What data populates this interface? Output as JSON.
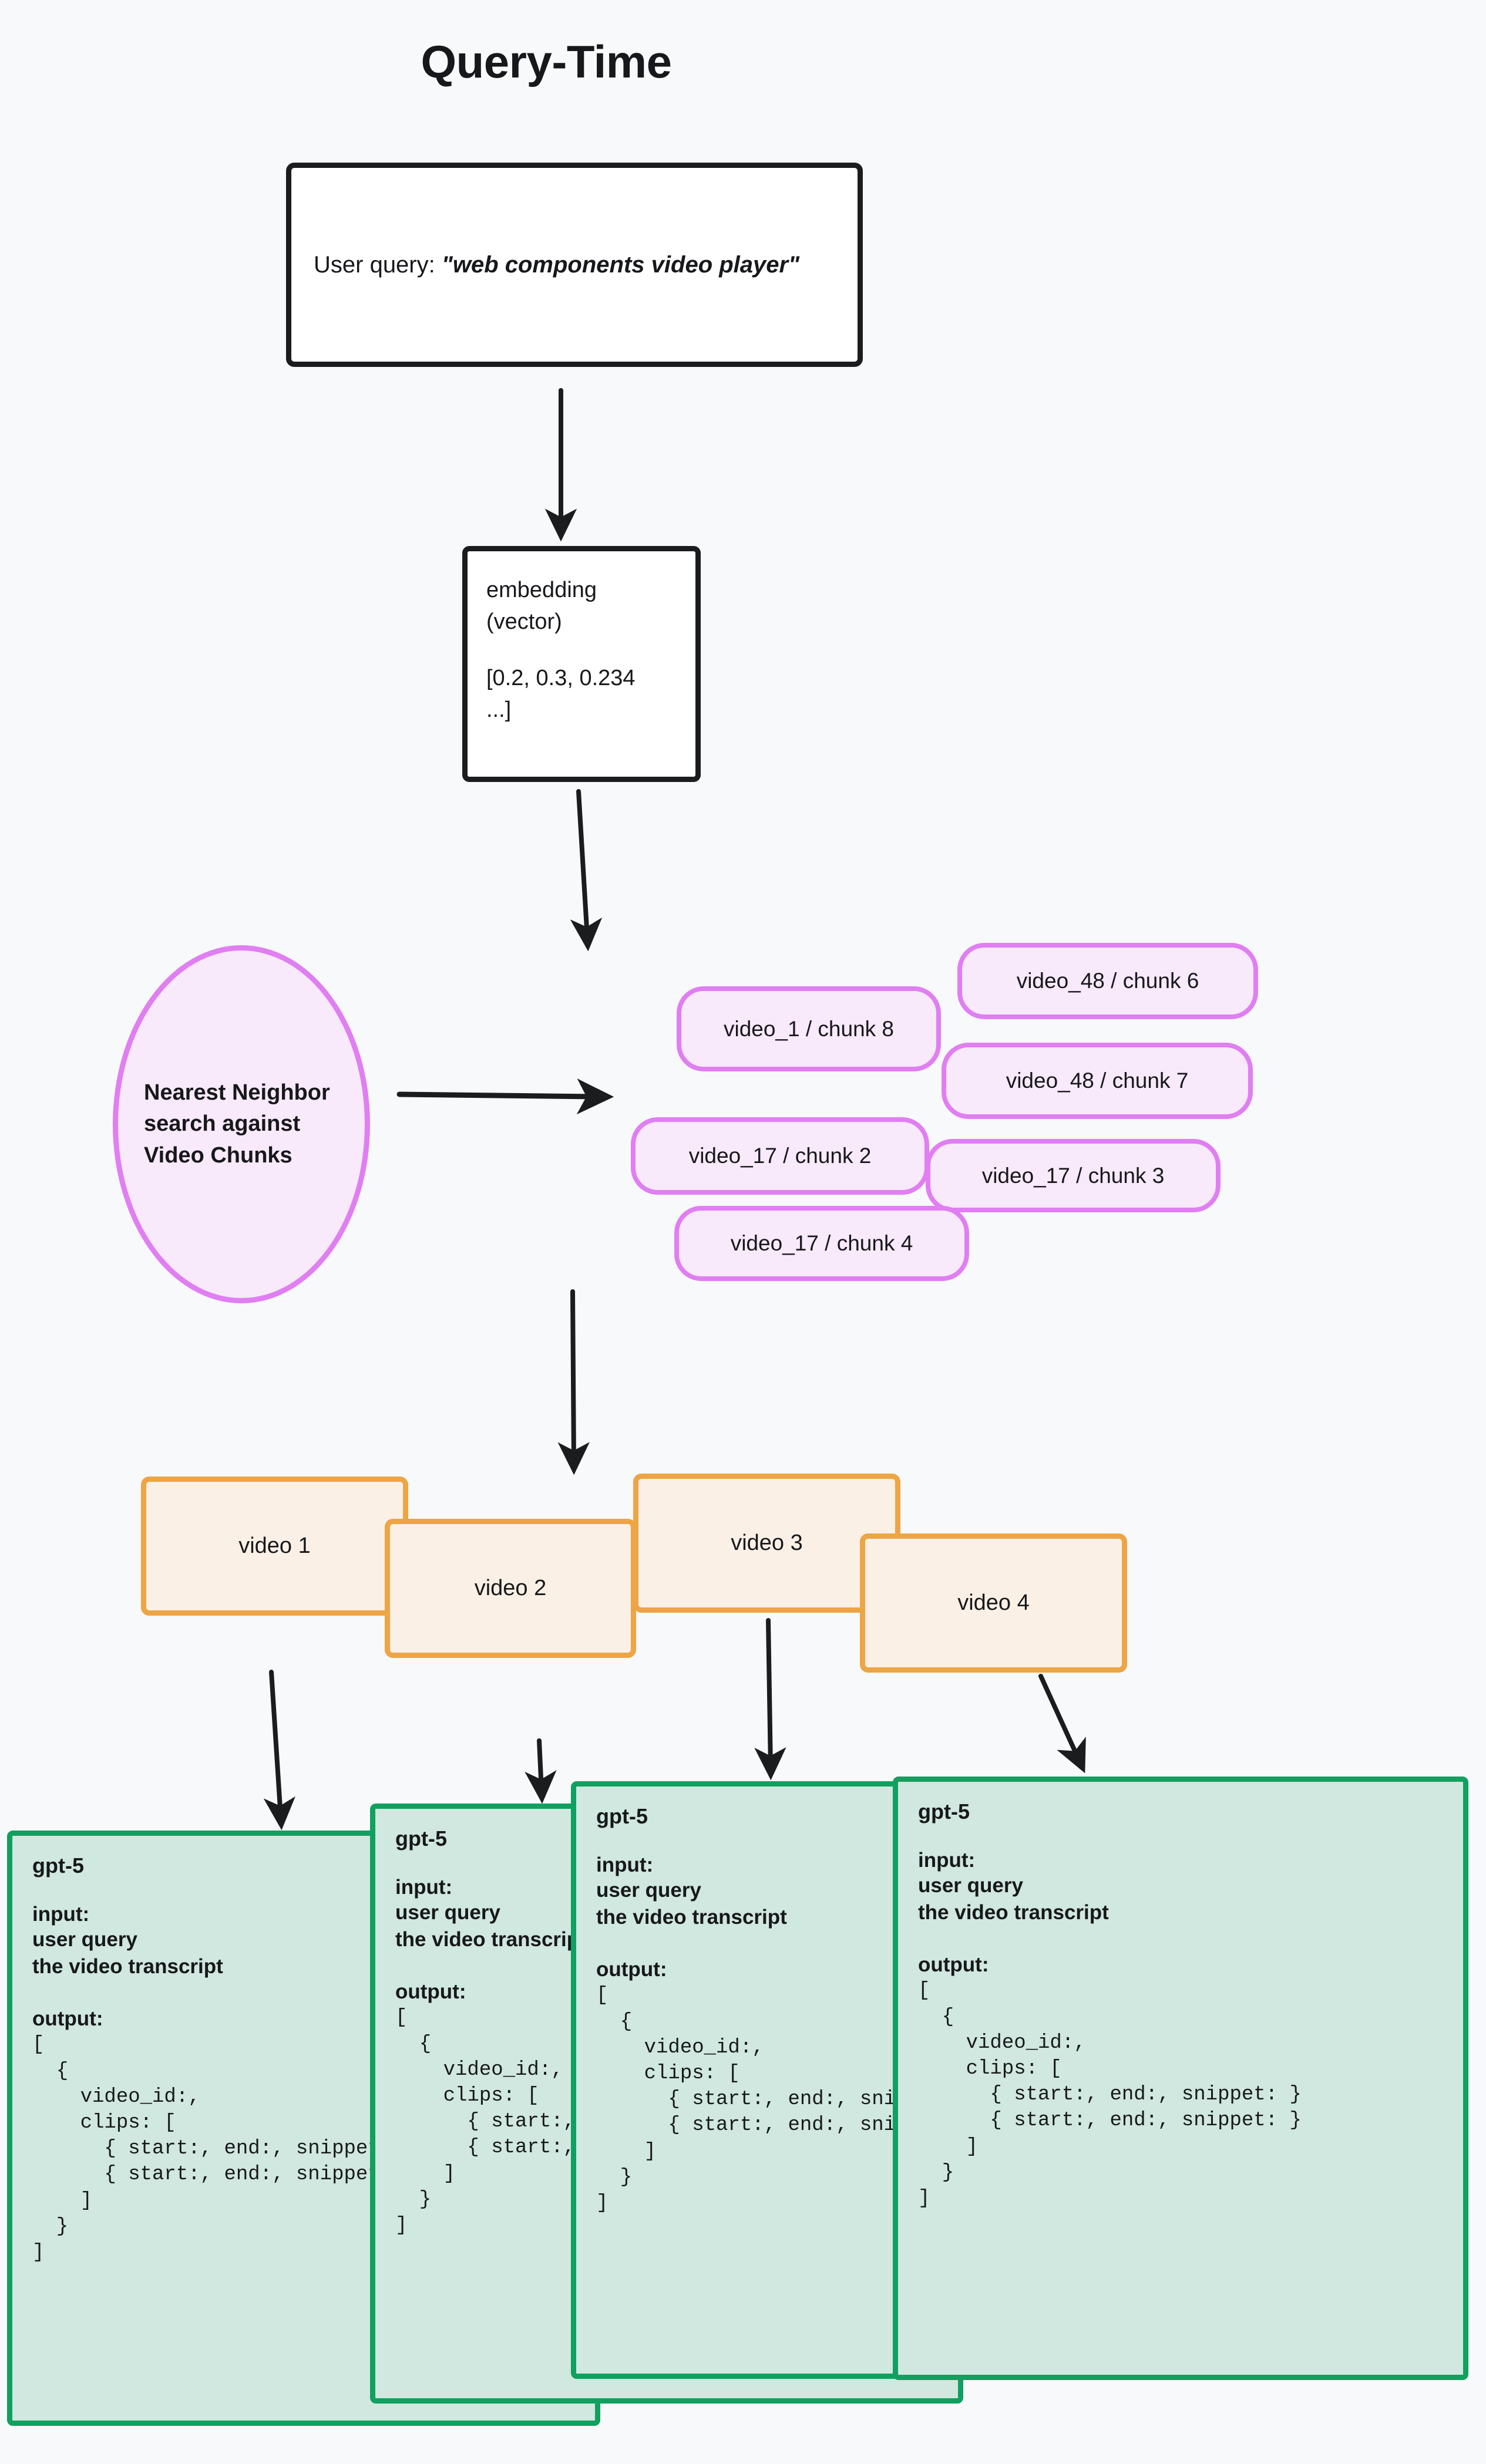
{
  "page": {
    "title": "Query-Time",
    "background_color": "#f7f9fb"
  },
  "query_box": {
    "label": "User query:",
    "value": "\"web components video player\"",
    "border_color": "#1b1c1e",
    "fill_color": "#ffffff"
  },
  "embedding_box": {
    "line1": "embedding",
    "line2": "(vector)",
    "line3": "[0.2, 0.3, 0.234",
    "line4": "...]",
    "border_color": "#1b1c1e",
    "fill_color": "#ffffff"
  },
  "nearest_neighbor": {
    "text": "Nearest Neighbor\nsearch against\nVideo Chunks",
    "border_color": "#e07ef2",
    "fill_color": "#f8e9fb"
  },
  "chunks": {
    "border_color": "#e07ef2",
    "fill_color": "#f8e9fb",
    "items": [
      {
        "label": "video_1 / chunk 8"
      },
      {
        "label": "video_48 / chunk 6"
      },
      {
        "label": "video_48 / chunk 7"
      },
      {
        "label": "video_17 / chunk 2"
      },
      {
        "label": "video_17 / chunk 3"
      },
      {
        "label": "video_17 / chunk 4"
      }
    ]
  },
  "videos": {
    "border_color": "#eda545",
    "fill_color": "#faf0e6",
    "items": [
      {
        "label": "video 1"
      },
      {
        "label": "video 2"
      },
      {
        "label": "video 3"
      },
      {
        "label": "video 4"
      }
    ]
  },
  "gpt_cards": {
    "border_color": "#10a05f",
    "fill_color": "#d0e8df",
    "model": "gpt-5",
    "input_label": "input:",
    "input_lines": [
      "user query",
      "the video transcript"
    ],
    "output_label": "output:",
    "output_code": "[\n  {\n    video_id:,\n    clips: [\n      { start:, end:, snippet: }\n      { start:, end:, snippet: }\n    ]\n  }\n]",
    "items": [
      {
        "model": "gpt-5"
      },
      {
        "model": "gpt-5"
      },
      {
        "model": "gpt-5"
      },
      {
        "model": "gpt-5"
      }
    ]
  },
  "arrows": {
    "stroke_color": "#1b1c1e",
    "items": [
      {
        "name": "query-to-embedding"
      },
      {
        "name": "embedding-to-search"
      },
      {
        "name": "search-to-chunks"
      },
      {
        "name": "chunks-to-videos"
      },
      {
        "name": "video1-to-card1"
      },
      {
        "name": "video2-to-card2"
      },
      {
        "name": "video3-to-card3"
      },
      {
        "name": "video4-to-card4"
      }
    ]
  }
}
